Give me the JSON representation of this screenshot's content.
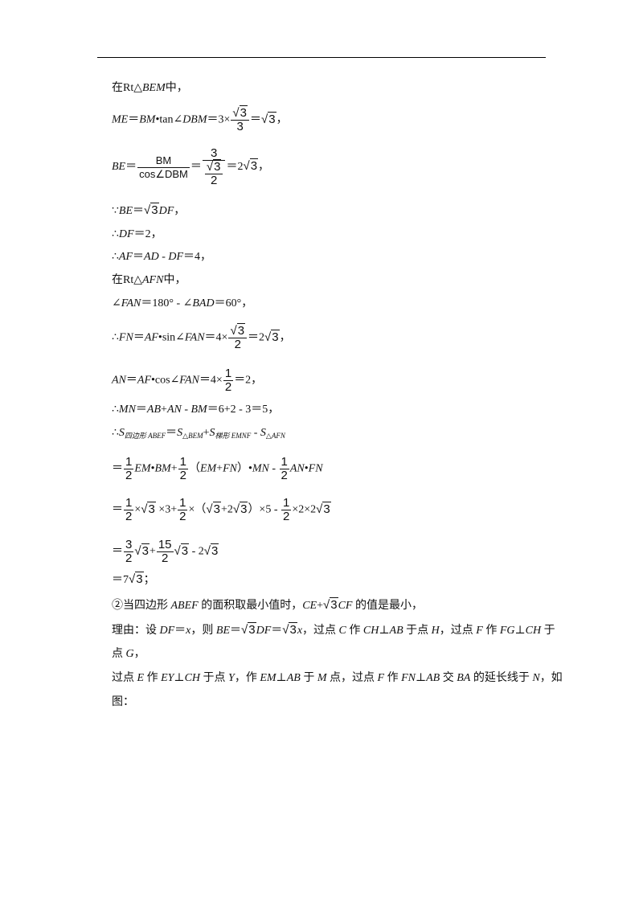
{
  "l1": {
    "a": "在",
    "b": "Rt△",
    "c": "BEM",
    "d": "中，"
  },
  "l2": {
    "a": "ME",
    "b": "＝",
    "c": "BM",
    "d": "•tan∠",
    "e": "DBM",
    "f": "＝3×",
    "g_rad": "3",
    "g_den": "3",
    "h": "＝",
    "i_rad": "3",
    "j": "，"
  },
  "l3": {
    "a": "BE",
    "b": "＝",
    "num": "BM",
    "den": "cos∠DBM",
    "c": "＝",
    "n2": "3",
    "d2_rad": "3",
    "d2_den": "2",
    "e": "＝2",
    "f_rad": "3",
    "g": "，"
  },
  "l4": {
    "a": "∵",
    "b": "BE",
    "c": "＝",
    "d_rad": "3",
    "e": "DF",
    "f": "，"
  },
  "l5": {
    "a": "∴",
    "b": "DF",
    "c": "＝2，"
  },
  "l6": {
    "a": "∴",
    "b": "AF",
    "c": "＝",
    "d": "AD",
    "e": " - ",
    "f": "DF",
    "g": "＝4，"
  },
  "l7": {
    "a": "在",
    "b": "Rt△",
    "c": "AFN",
    "d": "中，"
  },
  "l8": {
    "a": "∠",
    "b": "FAN",
    "c": "＝180° - ∠",
    "d": "BAD",
    "e": "＝60°，"
  },
  "l9": {
    "a": "∴",
    "b": "FN",
    "c": "＝",
    "d": "AF",
    "e": "•sin∠",
    "f": "FAN",
    "g": "＝4×",
    "h_rad": "3",
    "h_den": "2",
    "i": "＝2",
    "j_rad": "3",
    "k": "，"
  },
  "l10": {
    "a": "AN",
    "b": "＝",
    "c": "AF",
    "d": "•cos∠",
    "e": "FAN",
    "f": "＝4×",
    "g_num": "1",
    "g_den": "2",
    "h": "＝2，"
  },
  "l11": {
    "a": "∴",
    "b": "MN",
    "c": "＝",
    "d": "AB",
    "e": "+",
    "f": "AN",
    "g": " - ",
    "h": "BM",
    "i": "＝6+2 - 3＝5，"
  },
  "l12": {
    "a": "∴",
    "b": "S",
    "c": "四边形 ABEF",
    "d": "＝",
    "e": "S",
    "f": "△BEM",
    "g": "+",
    "h": "S",
    "i": "梯形 EMNF",
    "j": " - ",
    "k": "S",
    "l": "△AFN"
  },
  "l13": {
    "a": "＝",
    "f1_num": "1",
    "f1_den": "2",
    "b": "EM",
    "c": "•",
    "d": "BM",
    "e": "+",
    "f2_num": "1",
    "f2_den": "2",
    "g": "（",
    "h": "EM",
    "i": "+",
    "j": "FN",
    "k": "）•",
    "l": "MN",
    "m": " - ",
    "f3_num": "1",
    "f3_den": "2",
    "n": "AN",
    "o": "•",
    "p": "FN"
  },
  "l14": {
    "a": "＝",
    "f1_num": "1",
    "f1_den": "2",
    "b": "×",
    "r1": "3",
    "c": " ×3+",
    "f2_num": "1",
    "f2_den": "2",
    "d": "×（",
    "r2": "3",
    "e": "+2",
    "r3": "3",
    "f": "）×5 - ",
    "f3_num": "1",
    "f3_den": "2",
    "g": "×2×2",
    "r4": "3"
  },
  "l15": {
    "a": "＝",
    "f1_num": "3",
    "f1_den": "2",
    "r1": "3",
    "b": "+",
    "f2_num": "15",
    "f2_den": "2",
    "r2": "3",
    "c": " - 2",
    "r3": "3"
  },
  "l16": {
    "a": "＝7",
    "r1": "3",
    "b": "；"
  },
  "l17": {
    "a": "②当四边形 ",
    "b": "ABEF",
    "c": " 的面积取最小值时，",
    "d": "CE",
    "e": "+",
    "r1": "3",
    "f": "CF",
    "g": " 的值是最小，"
  },
  "l18": {
    "a": "理由：设 ",
    "b": "DF",
    "c": "＝",
    "d": "x",
    "e": "，则 ",
    "f": "BE",
    "g": "＝",
    "r1": "3",
    "h": "DF",
    "i": "＝",
    "r2": "3",
    "j": "x",
    "k": "，过点 ",
    "l": "C",
    "m": " 作 ",
    "n": "CH",
    "o": "⊥",
    "p": "AB",
    "q": " 于点 ",
    "r": "H",
    "s": "，过点 ",
    "t": "F",
    "u": " 作 ",
    "v": "FG",
    "w": "⊥",
    "x": "CH",
    "y": " 于"
  },
  "l19": {
    "a": "点 ",
    "b": "G",
    "c": "，"
  },
  "l20": {
    "a": "过点 ",
    "b": "E",
    "c": " 作 ",
    "d": "EY",
    "e": "⊥",
    "f": "CH",
    "g": " 于点 ",
    "h": "Y",
    "i": "，作 ",
    "j": "EM",
    "k": "⊥",
    "l": "AB",
    "m": " 于 ",
    "n": "M",
    "o": " 点，过点 ",
    "p": "F",
    "q": " 作 ",
    "r": "FN",
    "s": "⊥",
    "t": "AB",
    "u": " 交 ",
    "v": "BA",
    "w": " 的延长线于 ",
    "x": "N",
    "y": "，如"
  },
  "l21": {
    "a": "图："
  }
}
